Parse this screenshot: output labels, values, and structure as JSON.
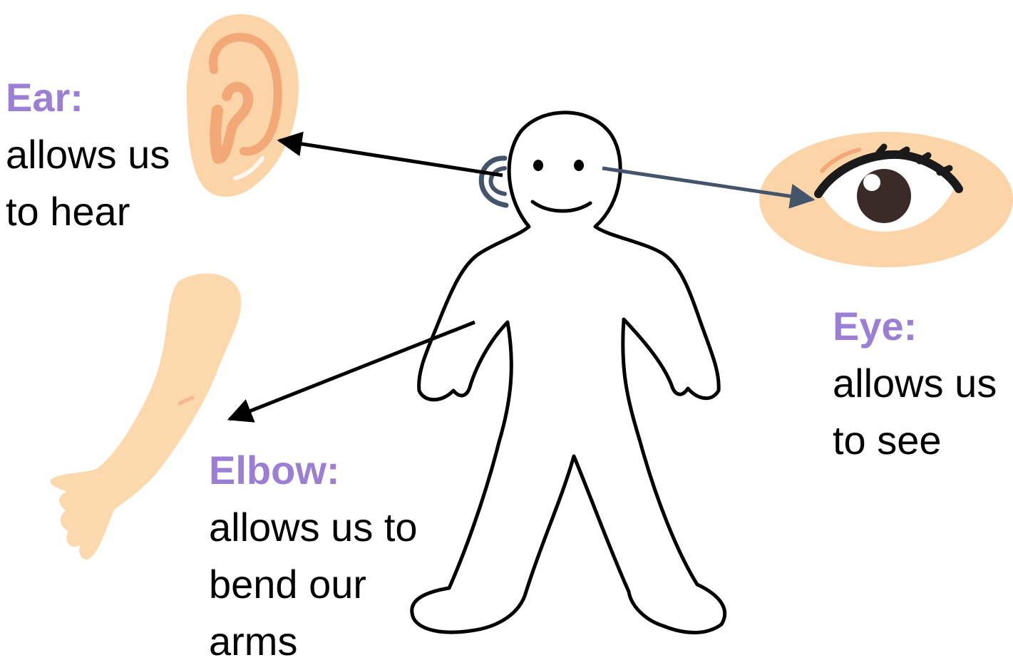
{
  "colors": {
    "term": "#9b7fd4",
    "text": "#000000",
    "skin": "#fbd5a8",
    "skin_dark": "#f2a877",
    "outline": "#000000",
    "eye_arrow": "#44546a"
  },
  "labels": {
    "ear": {
      "term": "Ear:",
      "desc": "allows us\nto hear"
    },
    "eye": {
      "term": "Eye:",
      "desc": "allows us\nto see"
    },
    "elbow": {
      "term": "Elbow:",
      "desc": "allows us to\nbend our\narms"
    }
  },
  "icons": {
    "ear": "ear-icon",
    "eye": "eye-icon",
    "arm": "arm-icon",
    "person": "person-outline"
  }
}
